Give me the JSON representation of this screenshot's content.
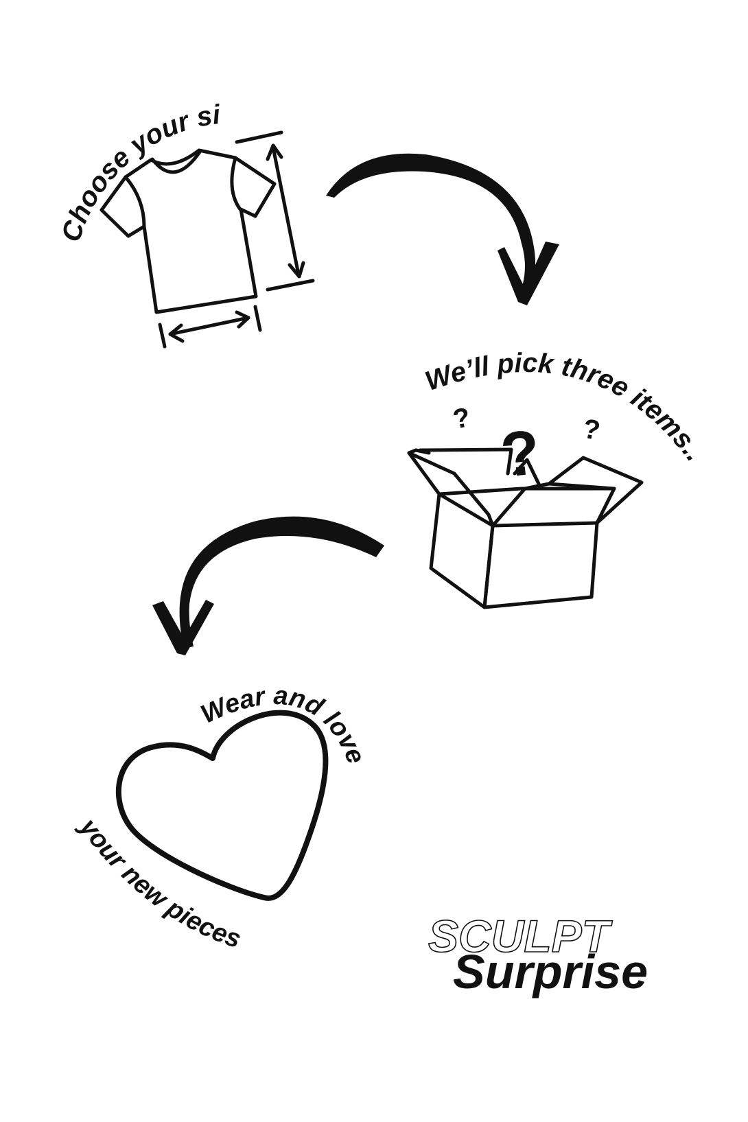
{
  "steps": {
    "step1": {
      "label": "Choose your size"
    },
    "step2": {
      "label": "We’ll pick three items.."
    },
    "step3": {
      "label_top": "Wear and love",
      "label_bottom": "your new pieces"
    }
  },
  "box": {
    "question_marks": [
      "?",
      "?",
      "?"
    ]
  },
  "logo": {
    "line1": "SCULPT",
    "line2": "Surprise"
  },
  "colors": {
    "ink": "#111111",
    "background": "#ffffff"
  },
  "icons": [
    "tshirt-icon",
    "measure-arrow-icon",
    "box-icon",
    "question-mark-icon",
    "heart-icon",
    "curved-arrow-icon"
  ]
}
